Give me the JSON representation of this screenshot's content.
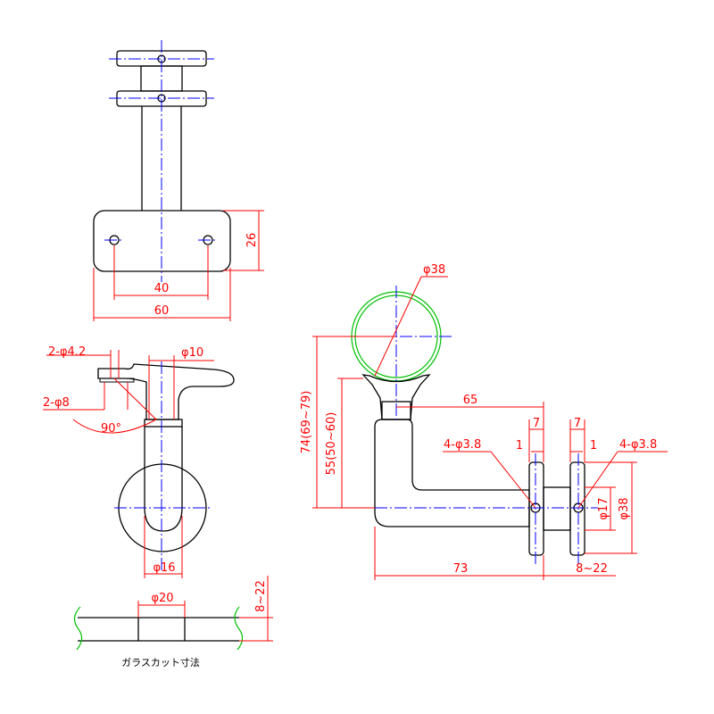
{
  "dimensions": {
    "base_hole_spacing": "40",
    "base_width": "60",
    "base_height": "26",
    "small_holes": "2-φ4.2",
    "pin_dia": "φ10",
    "counterbore": "2-φ8",
    "angle": "90°",
    "post_dia": "φ16",
    "rail_dia": "φ38",
    "projection": "65",
    "height_total": "74(69~79)",
    "height_center": "55(50~60)",
    "plate_thk_left": "7",
    "plate_thk_right": "7",
    "gap_left": "1",
    "gap_right": "1",
    "holes_left": "4-φ3.8",
    "holes_right": "4-φ3.8",
    "boss_dia": "φ17",
    "flange_dia": "φ38",
    "reach": "73",
    "glass_thk": "8~22",
    "cut_dia": "φ20",
    "cut_thk": "8~22"
  },
  "caption": "ガラスカット寸法",
  "colors": {
    "part": "#000000",
    "center_line": "#0000ff",
    "dimension": "#ff0000",
    "rail": "#00c000"
  }
}
